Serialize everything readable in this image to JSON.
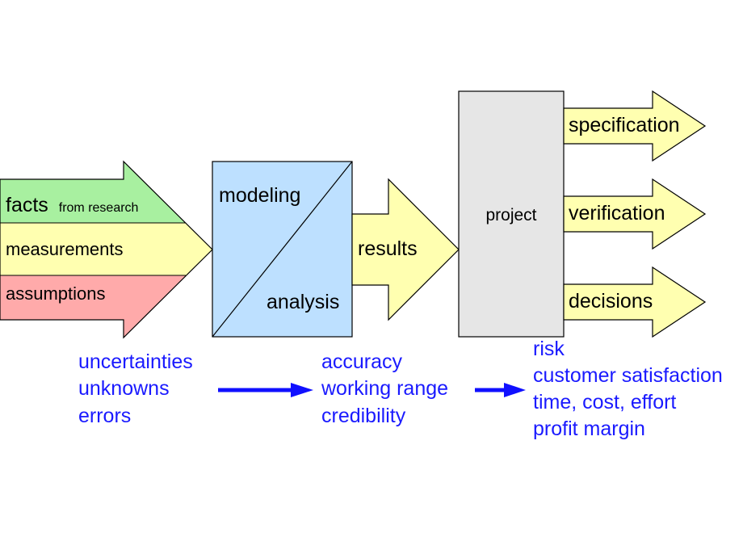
{
  "colors": {
    "facts_band": "#a8f0a0",
    "measurements_band": "#ffffb0",
    "assumptions_band": "#ffaaaa",
    "modeling_box": "#bde0ff",
    "project_box": "#e6e6e6",
    "arrow_fill": "#ffffb0",
    "blue_text": "#1a1aff",
    "blue_arrow": "#1010ff",
    "outline": "#000000"
  },
  "inputs": {
    "facts": "facts",
    "facts_note": "from research",
    "measurements": "measurements",
    "assumptions": "assumptions"
  },
  "modeling_box": {
    "top_label": "modeling",
    "bottom_label": "analysis"
  },
  "results_arrow": {
    "label": "results"
  },
  "project_box": {
    "label": "project"
  },
  "outputs": [
    {
      "label": "specification"
    },
    {
      "label": "verification"
    },
    {
      "label": "decisions"
    }
  ],
  "concerns": {
    "inputs": [
      "uncertainties",
      "unknowns",
      "errors"
    ],
    "results": [
      "accuracy",
      "working range",
      "credibility"
    ],
    "project": [
      "risk",
      "customer satisfaction",
      "time, cost, effort",
      "profit margin"
    ]
  }
}
